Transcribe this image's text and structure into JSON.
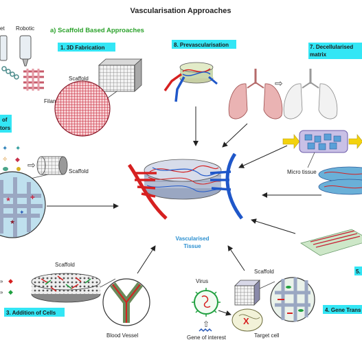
{
  "title": "Vascularisation Approaches",
  "subtitle": "a) Scaffold Based Approaches",
  "approaches": {
    "a1": "1. 3D Fabrication",
    "a3": "3. Addition of Cells",
    "a4": "4. Gene Trans",
    "a5": "5.",
    "a7a": "7. Decellularised",
    "a7b": "matrix",
    "a8": "8. Prevascularisation",
    "a2a": "of",
    "a2b": "tors"
  },
  "labels": {
    "jet": "et",
    "robotic": "Robotic",
    "scaffold1": "Scaffold",
    "filaments": "Filaments",
    "scaffold2": "Scaffold",
    "scaffold3": "Scaffold",
    "scaffold4": "Scaffold",
    "micro_tissue": "Micro tissue",
    "vascularised_1": "Vascularised",
    "vascularised_2": "Tissue",
    "blood_vessel": "Blood Vessel",
    "virus": "Virus",
    "gene_of_interest": "Gene of interest",
    "target_cell": "Target cell",
    "letter_x": "X"
  },
  "colors": {
    "label_box": "#33e6f5",
    "vessel_red": "#d62020",
    "vessel_blue": "#1f57c9",
    "title_green": "#2aa12a",
    "tissue_blue": "#2a8fd0"
  }
}
